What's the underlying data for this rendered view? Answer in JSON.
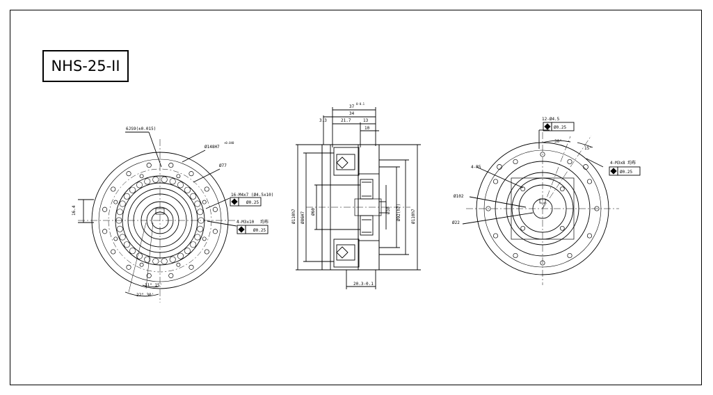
{
  "drawing": {
    "model": "NHS-25-II",
    "line_color": "#000000",
    "left_view": {
      "d1": "6JS9(±0.015)",
      "d2": "Ø148H7",
      "d2_tol": "+0.040",
      "d3": "Ø77",
      "d4": "16-M4x7 (Ø4.5x10)",
      "d4_pos": "Ø0.25",
      "d5": "4-M3x10",
      "d5_suffix": "均布",
      "d5_pos": "Ø0.25",
      "d6": "16.4",
      "a1": "11° 15'",
      "a2": "22° 30'"
    },
    "section_view": {
      "w_total": "37",
      "w_total_tol": "0-0.1",
      "w_34": "34",
      "w_33": "3.3",
      "w_217": "21.7",
      "w_13": "13",
      "w_10": "10",
      "d_left1": "Ø110h7",
      "d_left2": "Ø86H7",
      "d_60": "Ø60",
      "d_38": "Ø38",
      "d_right1": "Ø92(h7)",
      "d_right2": "Ø110h7",
      "w_bottom": "20.3-0.1"
    },
    "right_view": {
      "d1": "12-Ø4.5",
      "d1_pos": "Ø0.25",
      "a1": "30°",
      "a2": "15°",
      "d2": "4-M3x8",
      "d2_suffix": "均布",
      "d2_pos": "Ø0.25",
      "d3": "4-R5",
      "d4": "Ø102",
      "d5": "Ø22"
    }
  }
}
